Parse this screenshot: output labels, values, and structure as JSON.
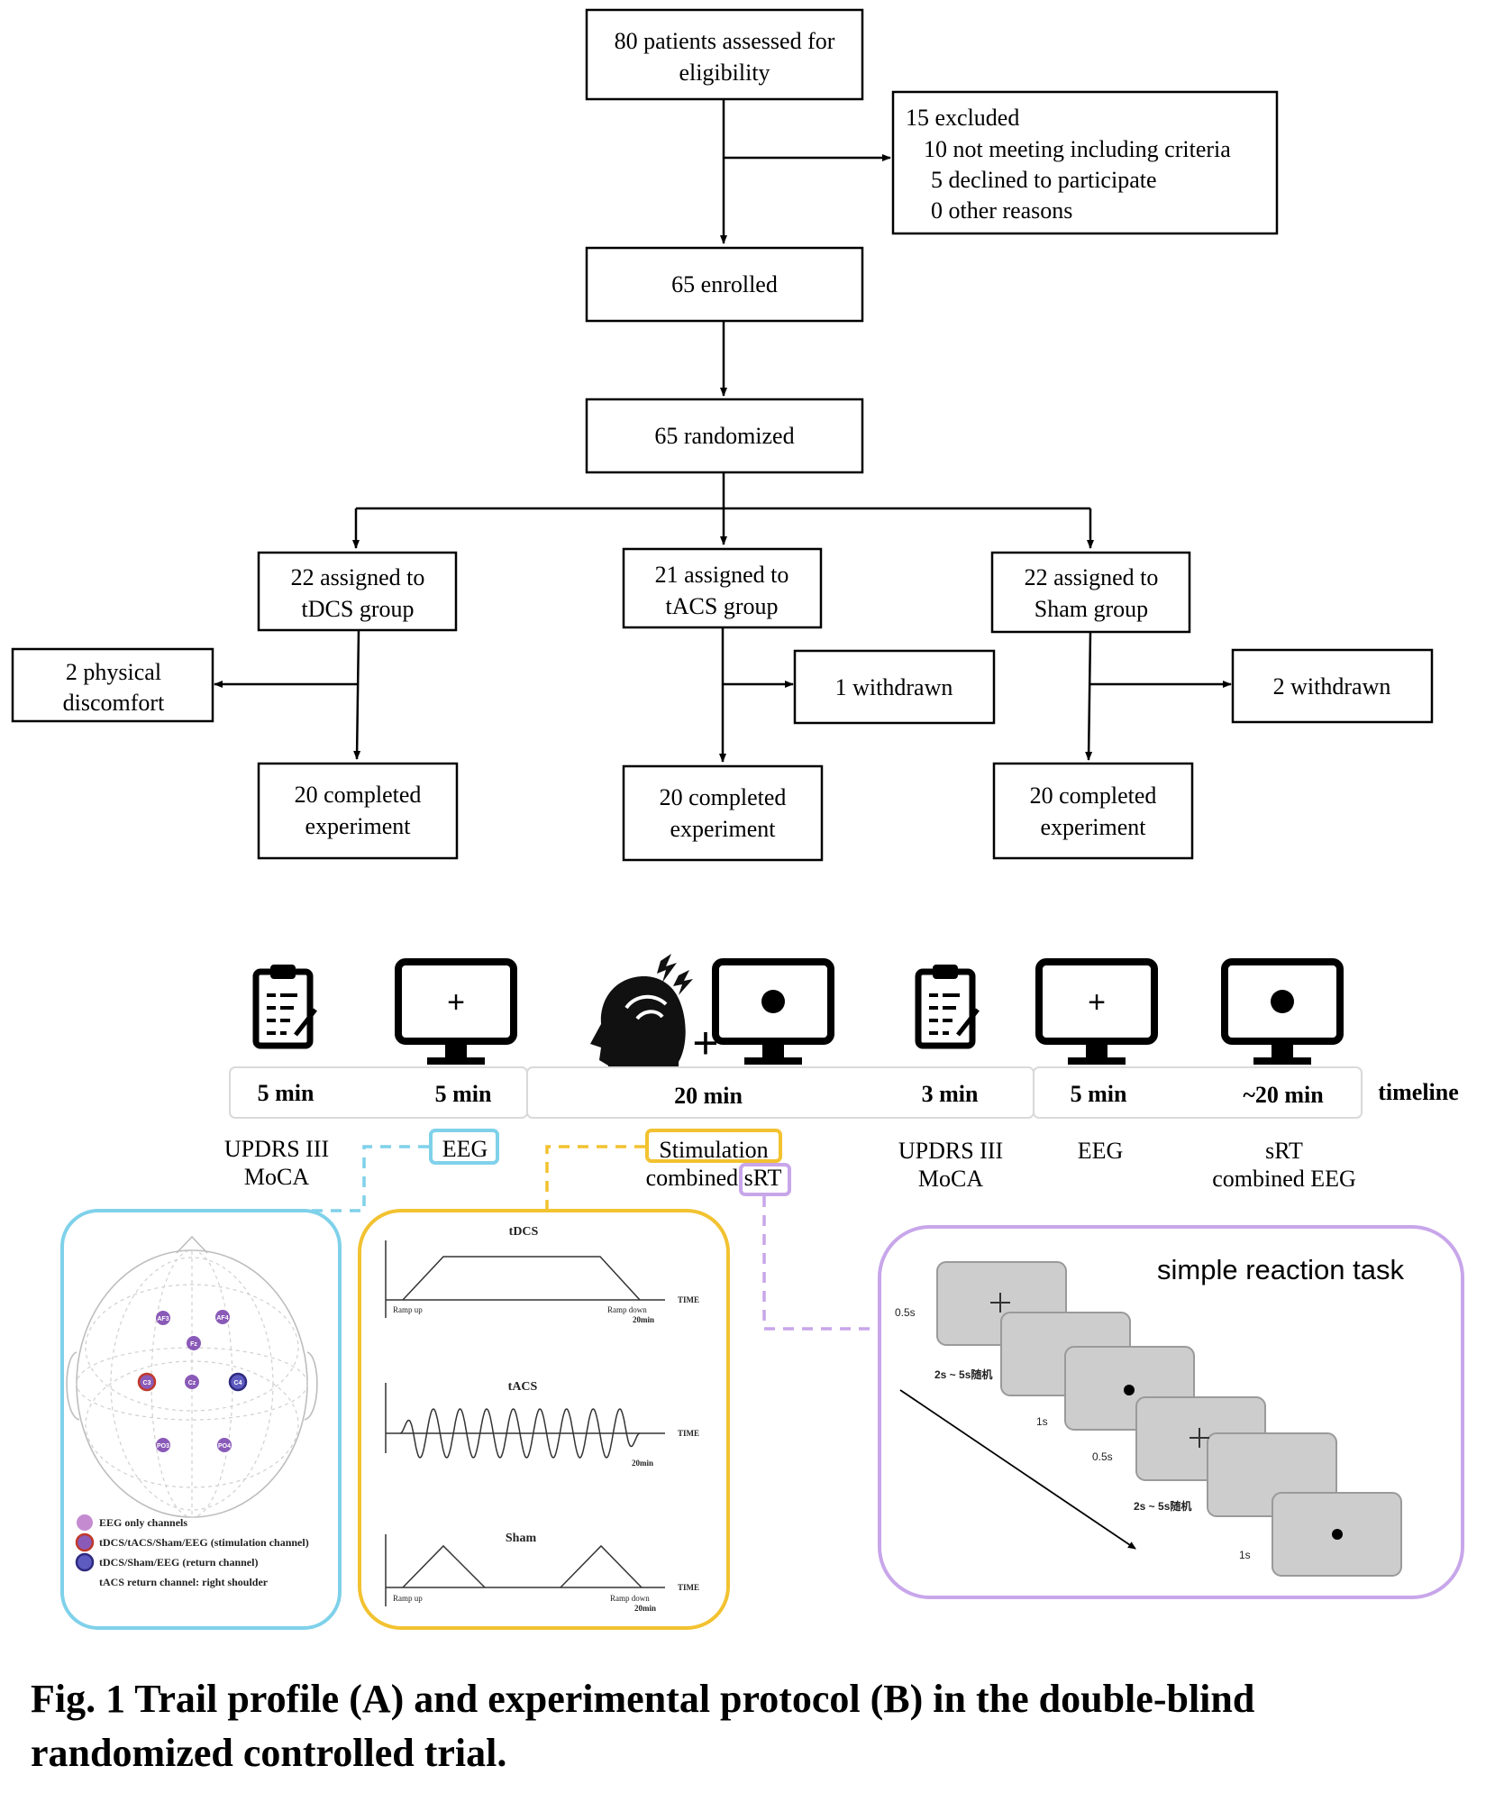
{
  "flow": {
    "assessed": [
      "80 patients assessed for",
      "eligibility"
    ],
    "excluded": [
      "15 excluded",
      "10 not meeting including criteria",
      "5 declined to participate",
      "0 other reasons"
    ],
    "enrolled": "65 enrolled",
    "randomized": "65 randomized",
    "groups": [
      {
        "assigned": [
          "22 assigned to",
          "tDCS group"
        ],
        "dropout": [
          "2 physical",
          "discomfort"
        ],
        "completed": [
          "20 completed",
          "experiment"
        ]
      },
      {
        "assigned": [
          "21 assigned to",
          "tACS group"
        ],
        "dropout": [
          "1 withdrawn"
        ],
        "completed": [
          "20 completed",
          "experiment"
        ]
      },
      {
        "assigned": [
          "22 assigned to",
          "Sham group"
        ],
        "dropout": [
          "2 withdrawn"
        ],
        "completed": [
          "20 completed",
          "experiment"
        ]
      }
    ]
  },
  "protocol": {
    "plus_sign": "+",
    "icons": [
      "clipboard-icon",
      "monitor-cross-icon",
      "head-stimulation-icon",
      "monitor-dot-icon",
      "clipboard-icon",
      "monitor-cross-icon",
      "monitor-dot-icon"
    ],
    "durations": [
      "5 min",
      "5 min",
      "20 min",
      "3 min",
      "5 min",
      "~20 min"
    ],
    "timeline_label": "timeline",
    "steps": [
      [
        "UPDRS III",
        "MoCA"
      ],
      [
        "EEG"
      ],
      [
        "Stimulation",
        "combined sRT"
      ],
      [
        "UPDRS III",
        "MoCA"
      ],
      [
        "EEG"
      ],
      [
        "sRT",
        "combined EEG"
      ]
    ],
    "highlight_colors": {
      "eeg": "#7fd1ea",
      "stimulation": "#f2c230",
      "srt": "#c8a6ea"
    }
  },
  "eeg_map": {
    "electrodes": [
      "AF3",
      "AF4",
      "Fz",
      "C3",
      "Cz",
      "C4",
      "PO3",
      "PO4"
    ],
    "legend": [
      "EEG only channels",
      "tDCS/tACS/Sham/EEG (stimulation channel)",
      "tDCS/Sham/EEG (return channel)",
      "tACS return channel: right shoulder"
    ],
    "colors": {
      "eeg_only": "#c48bd0",
      "stimulation_ring": "#c0392b",
      "return_fill": "#5e5bc0",
      "electrode": "#8a5ab8"
    }
  },
  "waveforms": {
    "panels": [
      {
        "title": "tDCS",
        "time_label": "TIME",
        "duration": "20min",
        "ramp_up": "Ramp up",
        "ramp_down": "Ramp down"
      },
      {
        "title": "tACS",
        "time_label": "TIME",
        "duration": "20min"
      },
      {
        "title": "Sham",
        "time_label": "TIME",
        "duration": "20min",
        "ramp_up": "Ramp up",
        "ramp_down": "Ramp down"
      }
    ]
  },
  "srt": {
    "title": "simple reaction task",
    "timings": [
      "0.5s",
      "2s ~ 5s随机",
      "1s",
      "0.5s",
      "2s ~ 5s随机",
      "1s"
    ]
  },
  "caption": [
    "Fig. 1 Trail profile (A) and experimental protocol (B) in the double-blind",
    "randomized controlled trial."
  ]
}
